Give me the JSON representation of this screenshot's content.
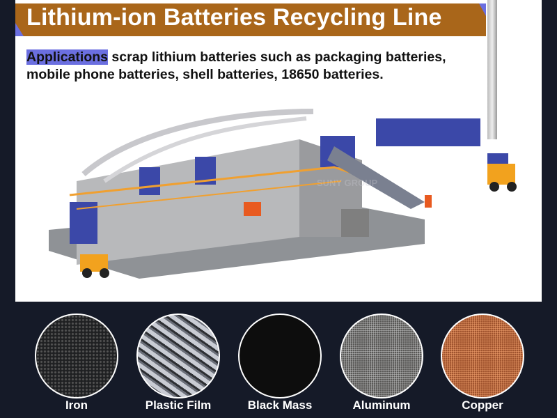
{
  "header": {
    "title": "Lithium-ion Batteries Recycling Line"
  },
  "description": {
    "highlight": "Applications",
    "text": " scrap lithium batteries such as packaging batteries, mobile phone batteries, shell batteries, 18650 batteries."
  },
  "products": [
    {
      "label": "Iron",
      "color": "#3a3b3e"
    },
    {
      "label": "Plastic Film",
      "color": "#8a8e98"
    },
    {
      "label": "Black Mass",
      "color": "#0d0d0d"
    },
    {
      "label": "Aluminum",
      "color": "#5c5b58"
    },
    {
      "label": "Copper",
      "color": "#a8522a"
    }
  ],
  "watermark": "SUNY GROUP",
  "colors": {
    "banner": "#a9661a",
    "accent": "#6b6fe0",
    "background": "#151a28"
  }
}
